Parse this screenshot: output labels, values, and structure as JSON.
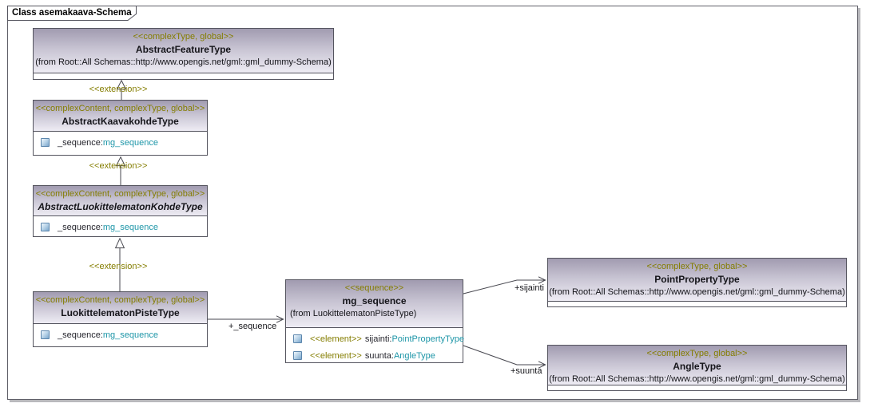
{
  "frame": {
    "title": "Class asemakaava-Schema"
  },
  "colors": {
    "stereotype": "#847d00",
    "type_link": "#1e96a8",
    "header_gradient_top": "#a19bb0",
    "header_gradient_bottom": "#eeecf4",
    "box_border": "#54545e",
    "connector": "#47474f"
  },
  "classes": [
    {
      "stereotype": "<<complexType, global>>",
      "name": "AbstractFeatureType",
      "from": "(from Root::All Schemas::http://www.opengis.net/gml::gml_dummy-Schema)"
    },
    {
      "stereotype": "<<complexContent, complexType, global>>",
      "name": "AbstractKaavakohdeType",
      "attributes": [
        {
          "name": "_sequence:",
          "type": "mg_sequence"
        }
      ]
    },
    {
      "stereotype": "<<complexContent, complexType, global>>",
      "name": "AbstractLuokittelematonKohdeType",
      "attributes": [
        {
          "name": "_sequence:",
          "type": "mg_sequence"
        }
      ]
    },
    {
      "stereotype": "<<complexContent, complexType, global>>",
      "name": "LuokittelematonPisteType",
      "attributes": [
        {
          "name": "_sequence:",
          "type": "mg_sequence"
        }
      ]
    },
    {
      "stereotype": "<<sequence>>",
      "name": "mg_sequence",
      "from": "(from LuokittelematonPisteType)",
      "attributes": [
        {
          "stereotype": "<<element>>",
          "name": "sijainti:",
          "type": "PointPropertyType"
        },
        {
          "stereotype": "<<element>>",
          "name": "suunta:",
          "type": "AngleType"
        }
      ]
    },
    {
      "stereotype": "<<complexType, global>>",
      "name": "PointPropertyType",
      "from": "(from Root::All Schemas::http://www.opengis.net/gml::gml_dummy-Schema)"
    },
    {
      "stereotype": "<<complexType, global>>",
      "name": "AngleType",
      "from": "(from Root::All Schemas::http://www.opengis.net/gml::gml_dummy-Schema)"
    }
  ],
  "connectors": {
    "extension_label": "<<extension>>",
    "sequence_role": "+_sequence",
    "sijainti_role": "+sijainti",
    "suunta_role": "+suunta"
  }
}
